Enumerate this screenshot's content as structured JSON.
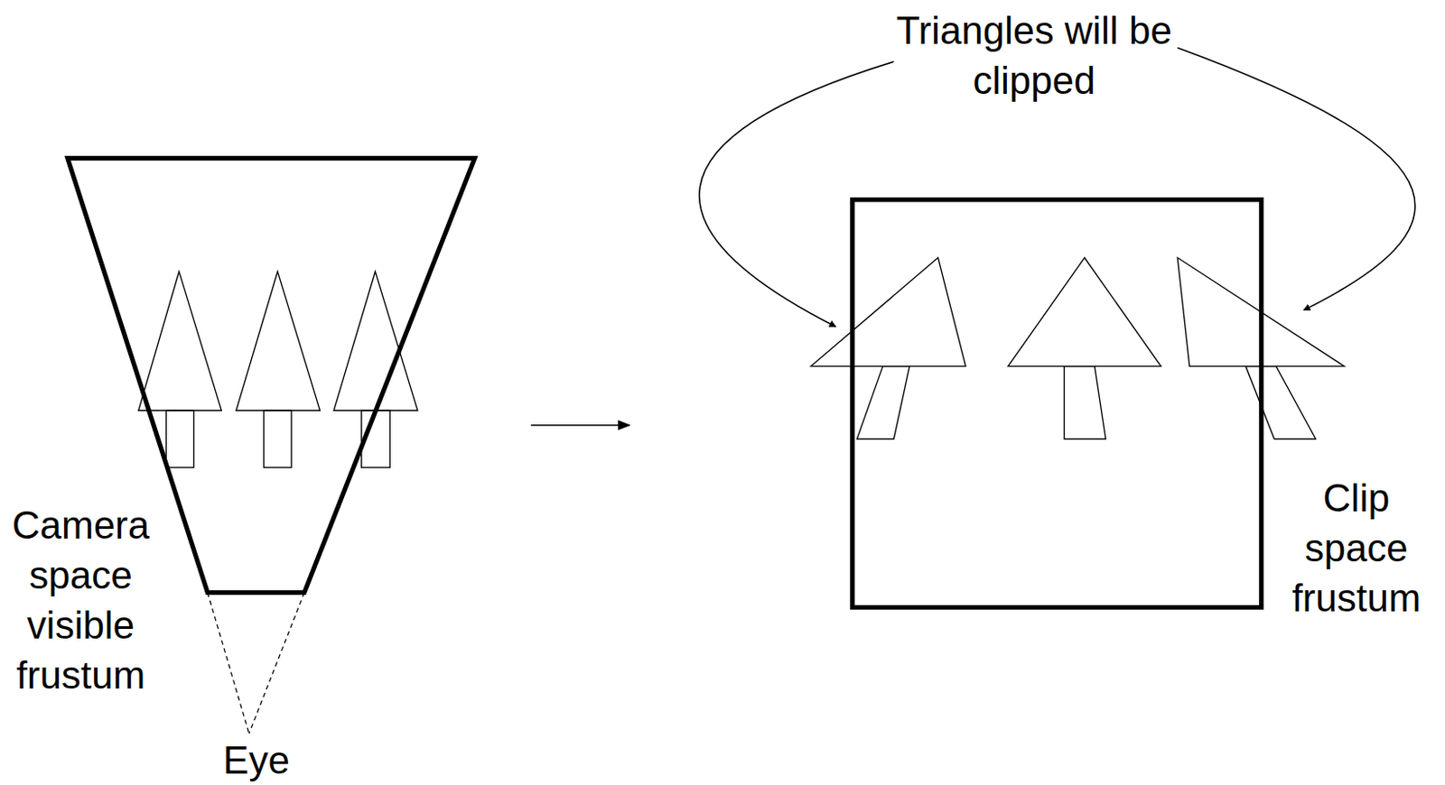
{
  "diagram": {
    "labels": [
      "Triangles will be clipped",
      "Camera space visible frustum",
      "Eye",
      "Clip space frustum"
    ]
  }
}
